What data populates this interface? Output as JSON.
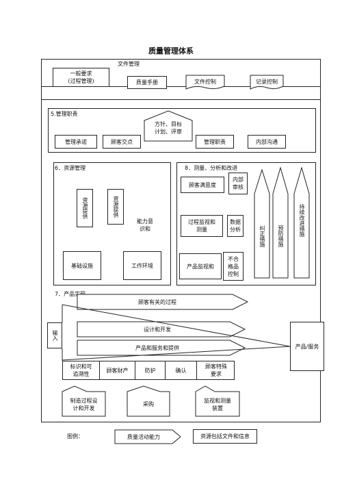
{
  "title": "质量管理体系",
  "doc_mgmt": {
    "label": "文件管理",
    "general_req": "一般要求\n(过程管理)",
    "quality_manual": "质量手册",
    "doc_control": "文件控制",
    "record_control": "记录控制"
  },
  "mgmt_resp": {
    "label": "5.管理职责",
    "policy": "方针、目标\n计划、评审",
    "items": [
      "管理承诺",
      "顾客交点",
      "管理职责",
      "内部沟通"
    ]
  },
  "resource_mgmt": {
    "label": "6．资源管理",
    "resource_provision_1": "资源提供",
    "resource_provision_2": "资源提供",
    "competence": "能力意\n识和",
    "infrastructure": "基础设施",
    "work_env": "工作环境"
  },
  "measurement": {
    "label": "8．测量、分析和改进",
    "customer_satisfaction": "顾客满意度",
    "internal_audit": "内部\n审核",
    "process_monitoring": "过程监视和\n测量",
    "data_analysis": "数据\n分析",
    "product_monitoring": "产品监视和",
    "nonconforming": "不合\n格品\n控制",
    "corrective": "纠正措施",
    "preventive": "预防措施",
    "continual": "持续改进措施"
  },
  "realization": {
    "label": "7．产品实现",
    "customer_process": "顾客有关的过程",
    "design_dev": "设计和开发",
    "production_service": "产品和服务和提供",
    "input": "输入",
    "output": "产品/服务",
    "row_cells": [
      "标识和可\n追溯性",
      "顾客财产",
      "防护",
      "确认",
      "顾客特殊\n要求"
    ],
    "bottom": [
      "制造过程设\n计和开发",
      "采购",
      "监视和测量\n装置"
    ]
  },
  "legend": {
    "label": "图例：",
    "activity": "质量活动能力",
    "resource": "资源包括文件和信息"
  }
}
